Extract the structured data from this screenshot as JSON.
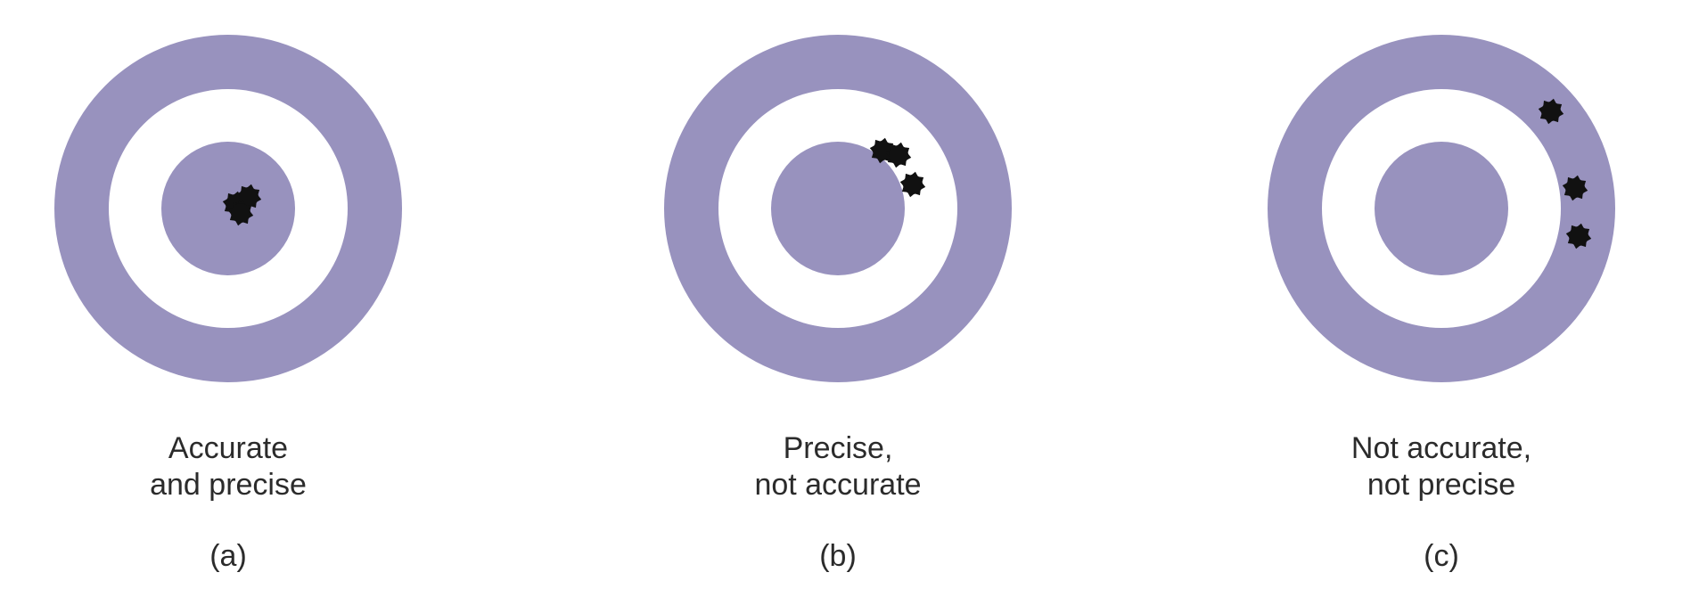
{
  "colors": {
    "ring": "#9892be",
    "background": "#ffffff",
    "hole": "#111111",
    "text": "#2b2b2b"
  },
  "panels": [
    {
      "letter": "(a)",
      "caption_line1": "Accurate",
      "caption_line2": "and precise",
      "hit_count": 3
    },
    {
      "letter": "(b)",
      "caption_line1": "Precise,",
      "caption_line2": "not accurate",
      "hit_count": 3
    },
    {
      "letter": "(c)",
      "caption_line1": "Not accurate,",
      "caption_line2": "not precise",
      "hit_count": 3
    }
  ]
}
